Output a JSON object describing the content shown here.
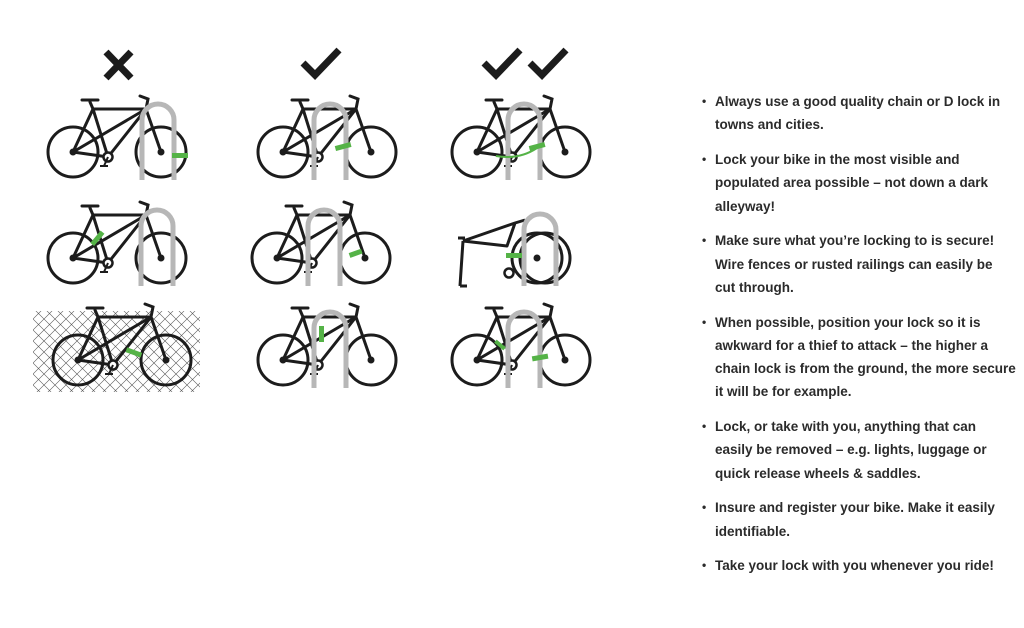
{
  "colors": {
    "frame": "#1c1c1c",
    "stand": "#b7b7b7",
    "lock": "#55b347",
    "fence": "#555555"
  },
  "verdicts": [
    "cross",
    "check",
    "double-check"
  ],
  "tips": [
    "Always use a good quality chain or D lock in towns and cities.",
    "Lock your bike in the most visible and populated area possible – not down a dark alleyway!",
    "Make sure what you’re locking to is secure! Wire fences or rusted railings can easily be cut through.",
    "When possible, position your lock so it is awkward for a thief to attack – the higher a chain lock is from the ground, the more secure it will be for example.",
    "Lock, or take with you, anything that can easily be removed – e.g. lights, luggage or quick release wheels & saddles.",
    "Insure and register your bike. Make it easily identifiable.",
    "Take your lock with you whenever you ride!"
  ]
}
